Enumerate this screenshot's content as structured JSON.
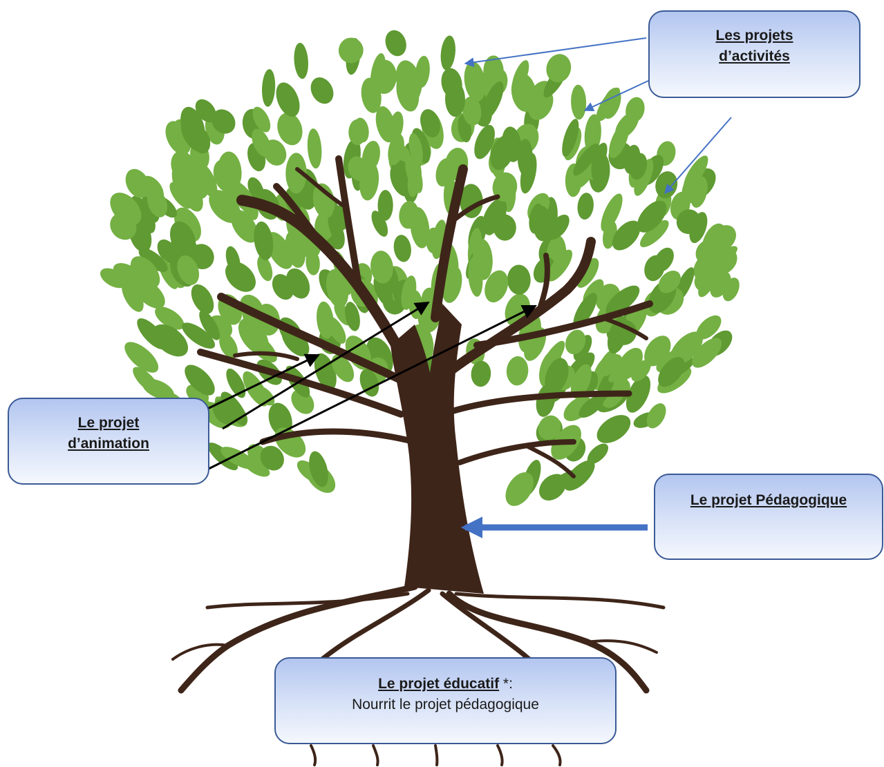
{
  "colors": {
    "leaf": "#74b043",
    "leaf_dark": "#5f9a32",
    "trunk": "#3e2519",
    "callout_border": "#3a5a96",
    "arrow_blue": "#4472c4",
    "arrow_black": "#000000"
  },
  "callouts": {
    "activites": {
      "title": "Les projets d’activités"
    },
    "animation": {
      "title": "Le projet d’animation"
    },
    "pedagogique": {
      "title": "Le projet Pédagogique"
    },
    "educatif": {
      "title": "Le projet éducatif",
      "suffix": " *:",
      "caption": "Nourrit le projet pédagogique"
    }
  }
}
